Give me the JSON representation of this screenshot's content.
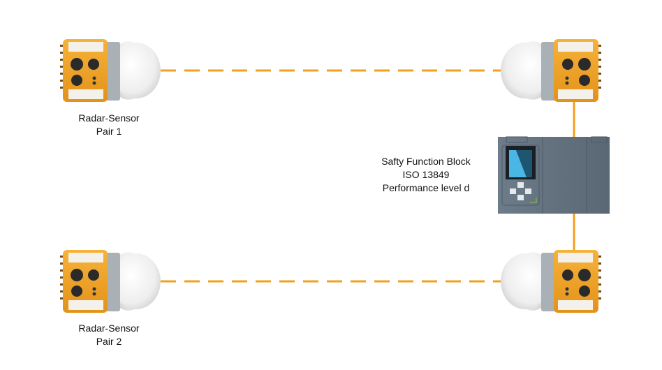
{
  "sensor_pairs": [
    {
      "label_line1": "Radar-Sensor",
      "label_line2": "Pair 1"
    },
    {
      "label_line1": "Radar-Sensor",
      "label_line2": "Pair 2"
    }
  ],
  "safety_block": {
    "line1": "Safty Function Block",
    "line2": "ISO 13849",
    "line3": "Performance level d"
  },
  "colors": {
    "link": "#f0a01e",
    "sensor_body": "#f2a52a",
    "plc": "#6b7a88"
  }
}
